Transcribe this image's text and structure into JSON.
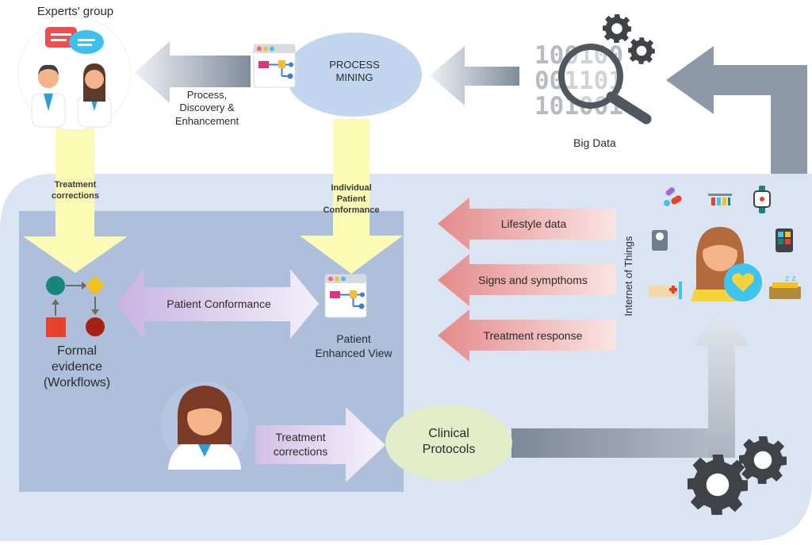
{
  "labels": {
    "experts_group": "Experts' group",
    "process_mining": "PROCESS MINING",
    "process_discovery": "Process, Discovery & Enhancement",
    "big_data": "Big Data",
    "treatment_corrections_top": "Treatment corrections",
    "individual_patient_conformance": "Individual Patient Conformance",
    "patient_conformance": "Patient Conformance",
    "formal_evidence": "Formal evidence (Workflows)",
    "patient_enhanced_view": "Patient Enhanced View",
    "treatment_corrections_bottom": "Treatment corrections",
    "clinical_protocols": "Clinical Protocols",
    "lifestyle_data": "Lifestyle data",
    "signs_symptoms": "Signs and sympthoms",
    "treatment_response": "Treatment response",
    "internet_of_things": "Internet of Things"
  },
  "binary_text": [
    "100100",
    "001101",
    "101001"
  ],
  "colors": {
    "outer_panel": "#dbe4f2",
    "inner_panel": "#aebfdc",
    "process_mining_ellipse": "#c3d6f0",
    "clinical_ellipse": "#e3edc8",
    "yellow_arrow": "#fbfbb5",
    "red_arrow": "#e99797",
    "lavender_arrow": "#cdb8e3",
    "gray_arrow": "#8c98a8",
    "teal": "#16857c",
    "gold": "#f4c21b",
    "red": "#e8432a",
    "dark_red": "#a42113",
    "heart_bubble": "#3fc3ef"
  }
}
